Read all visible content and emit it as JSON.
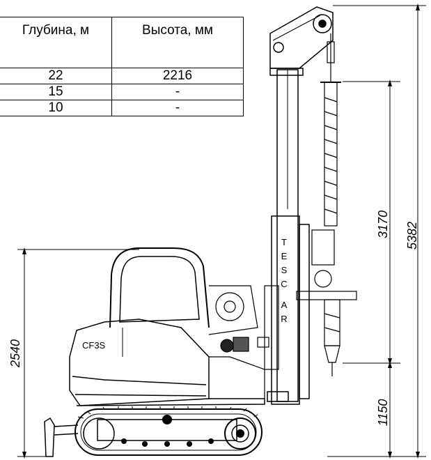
{
  "table": {
    "headers": [
      "Глубина, м",
      "Высота, мм"
    ],
    "rows": [
      [
        "22",
        "2216"
      ],
      [
        "15",
        "-"
      ],
      [
        "10",
        "-"
      ]
    ]
  },
  "dimensions": {
    "overall_height": "5382",
    "mast_stroke": "3170",
    "base_height": "1150",
    "cab_height": "2540"
  },
  "labels": {
    "model": "CF3S",
    "brand_letters": [
      "T",
      "E",
      "S",
      "C",
      "A",
      "R"
    ]
  }
}
